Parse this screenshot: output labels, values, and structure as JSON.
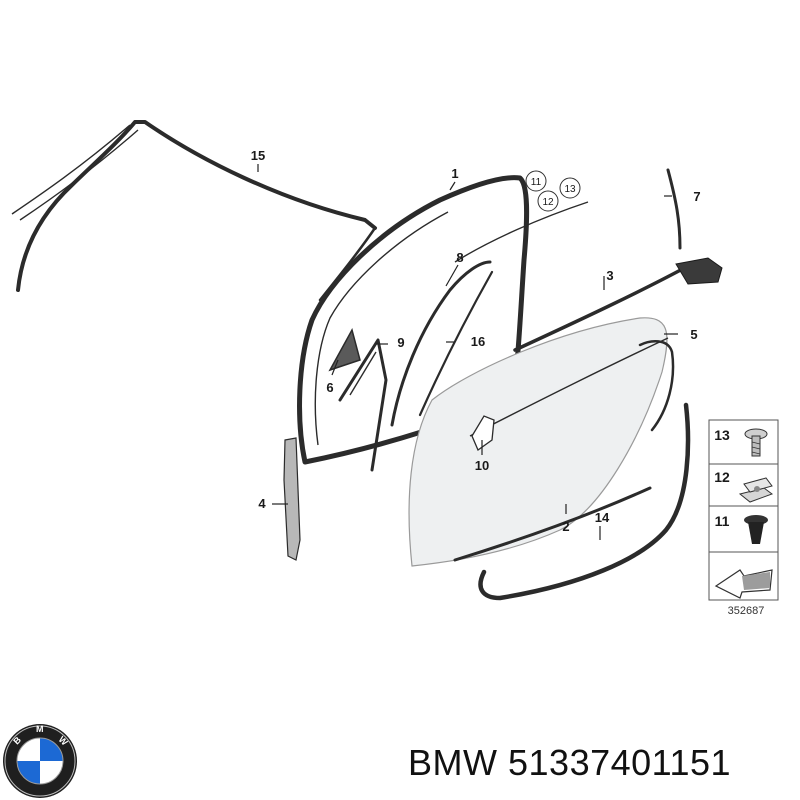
{
  "callouts": {
    "c1": "1",
    "c2": "2",
    "c3": "3",
    "c4": "4",
    "c5": "5",
    "c6": "6",
    "c7": "7",
    "c8": "8",
    "c9": "9",
    "c10": "10",
    "c14": "14",
    "c15": "15",
    "c16": "16"
  },
  "circled_callouts": {
    "c11": "11",
    "c12": "12",
    "c13": "13"
  },
  "fastener_kit": {
    "rows": [
      {
        "number": "13",
        "part": "screw-icon"
      },
      {
        "number": "12",
        "part": "clip-nut-icon"
      },
      {
        "number": "11",
        "part": "expanding-rivet-icon"
      }
    ]
  },
  "diagram_ref": "352687",
  "footer": {
    "brand": "BMW",
    "part_number": "51337401151",
    "logo": "bmw-roundel-logo"
  },
  "colors": {
    "line": "#2b2b2b",
    "door_fill": "#eef0f1",
    "logo_blue": "#1c69d4",
    "logo_ring": "#222222"
  }
}
